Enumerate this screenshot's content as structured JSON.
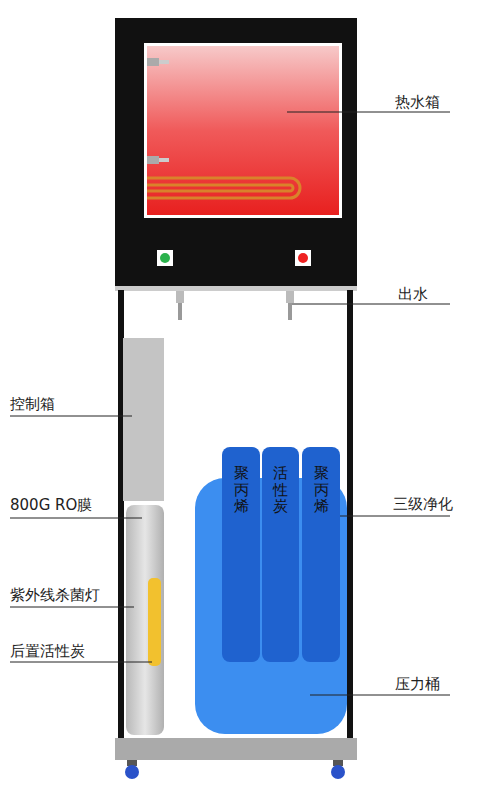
{
  "diagram": {
    "nodes": [
      {
        "text": [
          "聚丙烯"
        ]
      },
      {
        "text": [
          "活性炭"
        ]
      },
      {
        "text": [
          "聚丙烯"
        ]
      }
    ],
    "labels": [
      "热水箱",
      "出水",
      "控制箱",
      "800G RO膜",
      "三级净化",
      "紫外线杀菌灯",
      "后置活性炭",
      "压力桶"
    ]
  }
}
